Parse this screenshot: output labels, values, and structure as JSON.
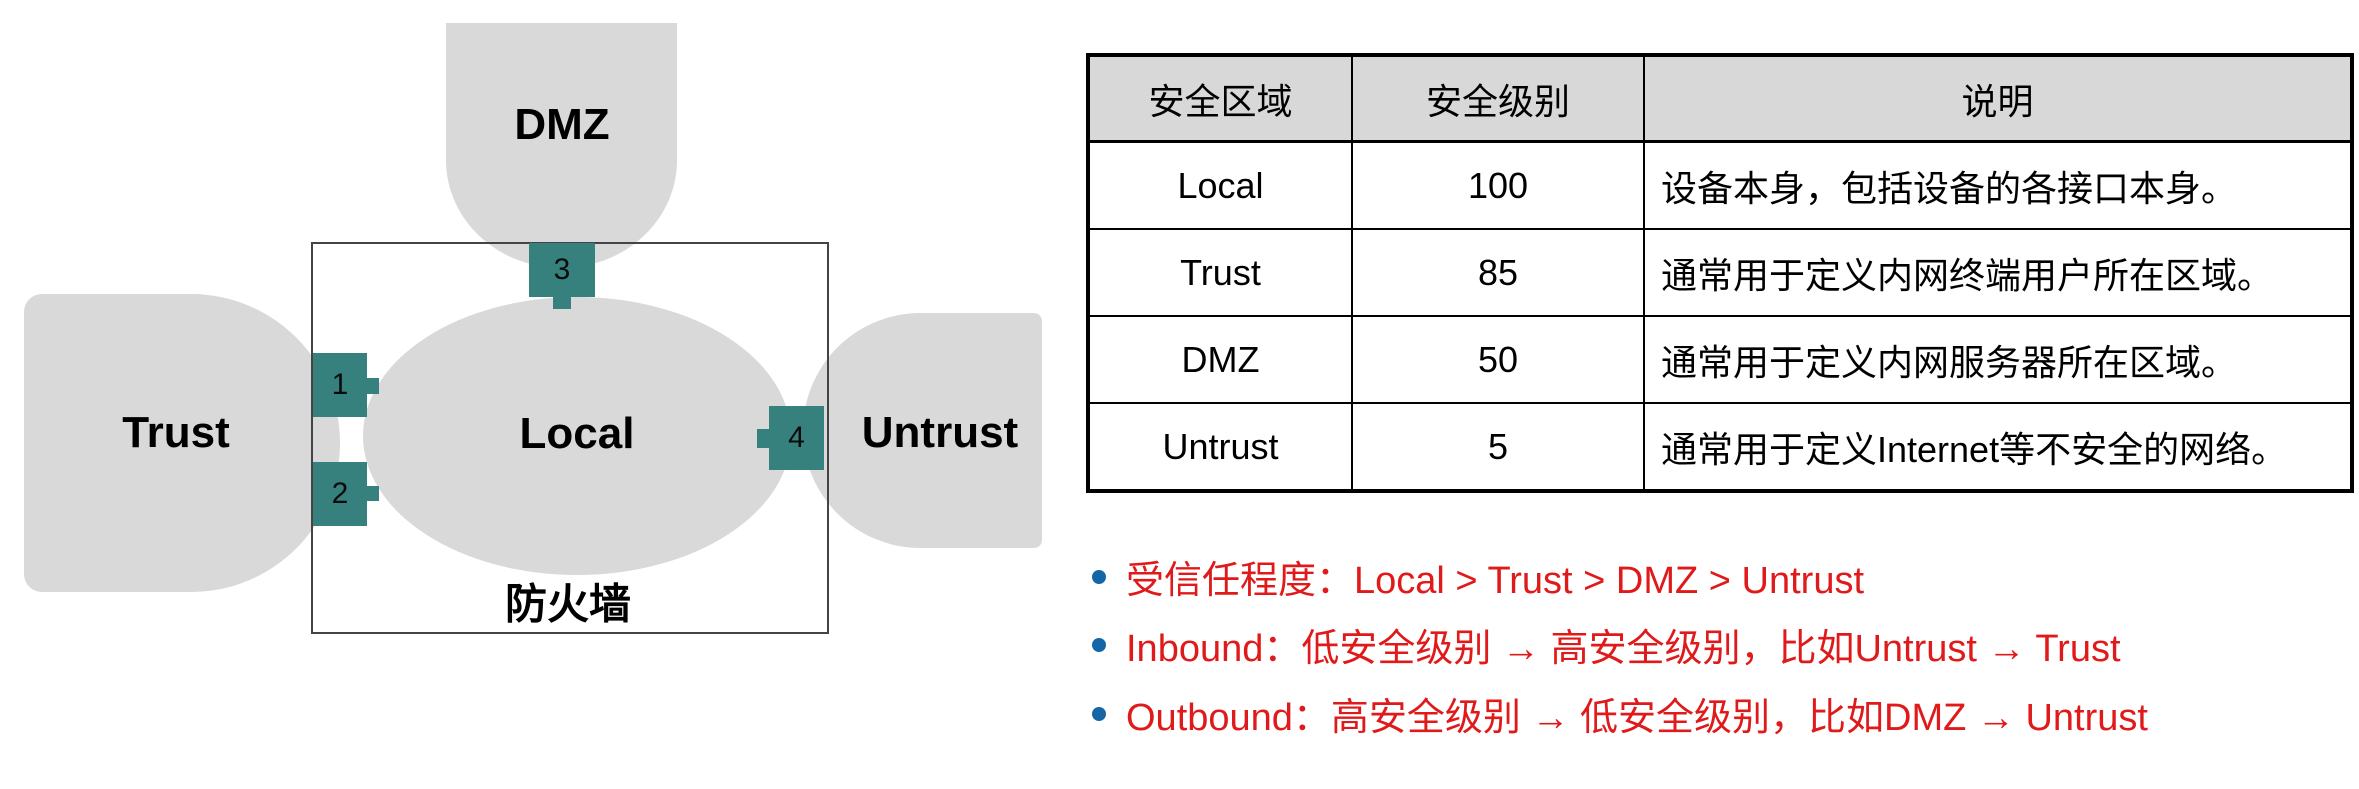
{
  "diagram": {
    "zones": {
      "trust": {
        "label": "Trust"
      },
      "dmz": {
        "label": "DMZ"
      },
      "local": {
        "label": "Local"
      },
      "untrust": {
        "label": "Untrust"
      }
    },
    "firewall_label": "防火墙",
    "ports": [
      {
        "number": "1"
      },
      {
        "number": "2"
      },
      {
        "number": "3"
      },
      {
        "number": "4"
      }
    ],
    "colors": {
      "zone_gray": "#d9d9d9",
      "port_teal": "#36807e",
      "firewall_border": "#444444"
    }
  },
  "table": {
    "headers": [
      "安全区域",
      "安全级别",
      "说明"
    ],
    "rows": [
      {
        "zone": "Local",
        "level": "100",
        "description": "设备本身，包括设备的各接口本身。"
      },
      {
        "zone": "Trust",
        "level": "85",
        "description": "通常用于定义内网终端用户所在区域。"
      },
      {
        "zone": "DMZ",
        "level": "50",
        "description": "通常用于定义内网服务器所在区域。"
      },
      {
        "zone": "Untrust",
        "level": "5",
        "description": "通常用于定义Internet等不安全的网络。"
      }
    ]
  },
  "notes": {
    "items": [
      "受信任程度：Local > Trust > DMZ > Untrust",
      "Inbound：低安全级别 → 高安全级别，比如Untrust → Trust",
      "Outbound：高安全级别 → 低安全级别，比如DMZ → Untrust"
    ],
    "text_color": "#e01a1a",
    "bullet_color": "#1566a6"
  }
}
